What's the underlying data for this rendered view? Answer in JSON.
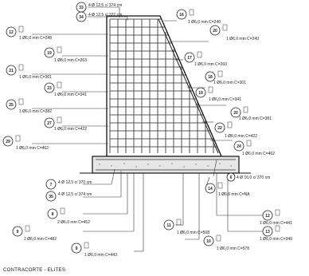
{
  "caption": "CONTRACORTE - ELITES",
  "callouts": [
    {
      "id": "33",
      "text": "4 Ø 12,5 c/ 374 cm"
    },
    {
      "id": "34",
      "text": "4 Ø 12,5 c/ 377 cm"
    },
    {
      "id": "12",
      "text": "1 Ø6,0 mm C=248"
    },
    {
      "id": "19",
      "text": "1 Ø8,0 mm C=263"
    },
    {
      "id": "21",
      "text": "1 Ø6,0 mm C=301"
    },
    {
      "id": "23",
      "text": "1 Ø6,0 mm C=341"
    },
    {
      "id": "25",
      "text": "1 Ø6,0 mm C=382"
    },
    {
      "id": "27",
      "text": "1 Ø6,0 mm C=422"
    },
    {
      "id": "29",
      "text": "1 Ø6,0 mm C=462"
    },
    {
      "id": "16",
      "text": "1 Ø6,0 mm C=240"
    },
    {
      "id": "20",
      "text": "1 Ø6,0 mm C=240"
    },
    {
      "id": "17",
      "text": "1 Ø6,0 mm C=260"
    },
    {
      "id": "18",
      "text": "1 Ø6,0 mm C=301"
    },
    {
      "id": "19b",
      "text": "1 Ø6,0 mm C=341"
    },
    {
      "id": "20b",
      "text": "1 Ø6,0 mm C=381"
    },
    {
      "id": "22",
      "text": "1 Ø6,0 mm C=422"
    },
    {
      "id": "24",
      "text": "1 Ø6,0 mm C=462"
    },
    {
      "id": "6",
      "text": "4 Ø 16,0 c/ 370 cm"
    },
    {
      "id": "14",
      "text": "1 Ø6,0 mm C=NA"
    },
    {
      "id": "7",
      "text": "4 Ø 12,5 c/ 370 cm"
    },
    {
      "id": "35",
      "text": "4 Ø 12,5 c/ 374 cm"
    },
    {
      "id": "8",
      "text": "2 Ø6,0 mm C=452"
    },
    {
      "id": "9",
      "text": "2 Ø6,0 mm C=482"
    },
    {
      "id": "9b",
      "text": "1 Ø6,0 mm C=443"
    },
    {
      "id": "11",
      "text": "1 Ø6,0 mm C=508"
    },
    {
      "id": "10",
      "text": "1 Ø6,0 mm C=578"
    },
    {
      "id": "12b",
      "text": "1 Ø6,0 mm C=441"
    },
    {
      "id": "13",
      "text": "1 Ø6,0 mm C=349"
    }
  ]
}
